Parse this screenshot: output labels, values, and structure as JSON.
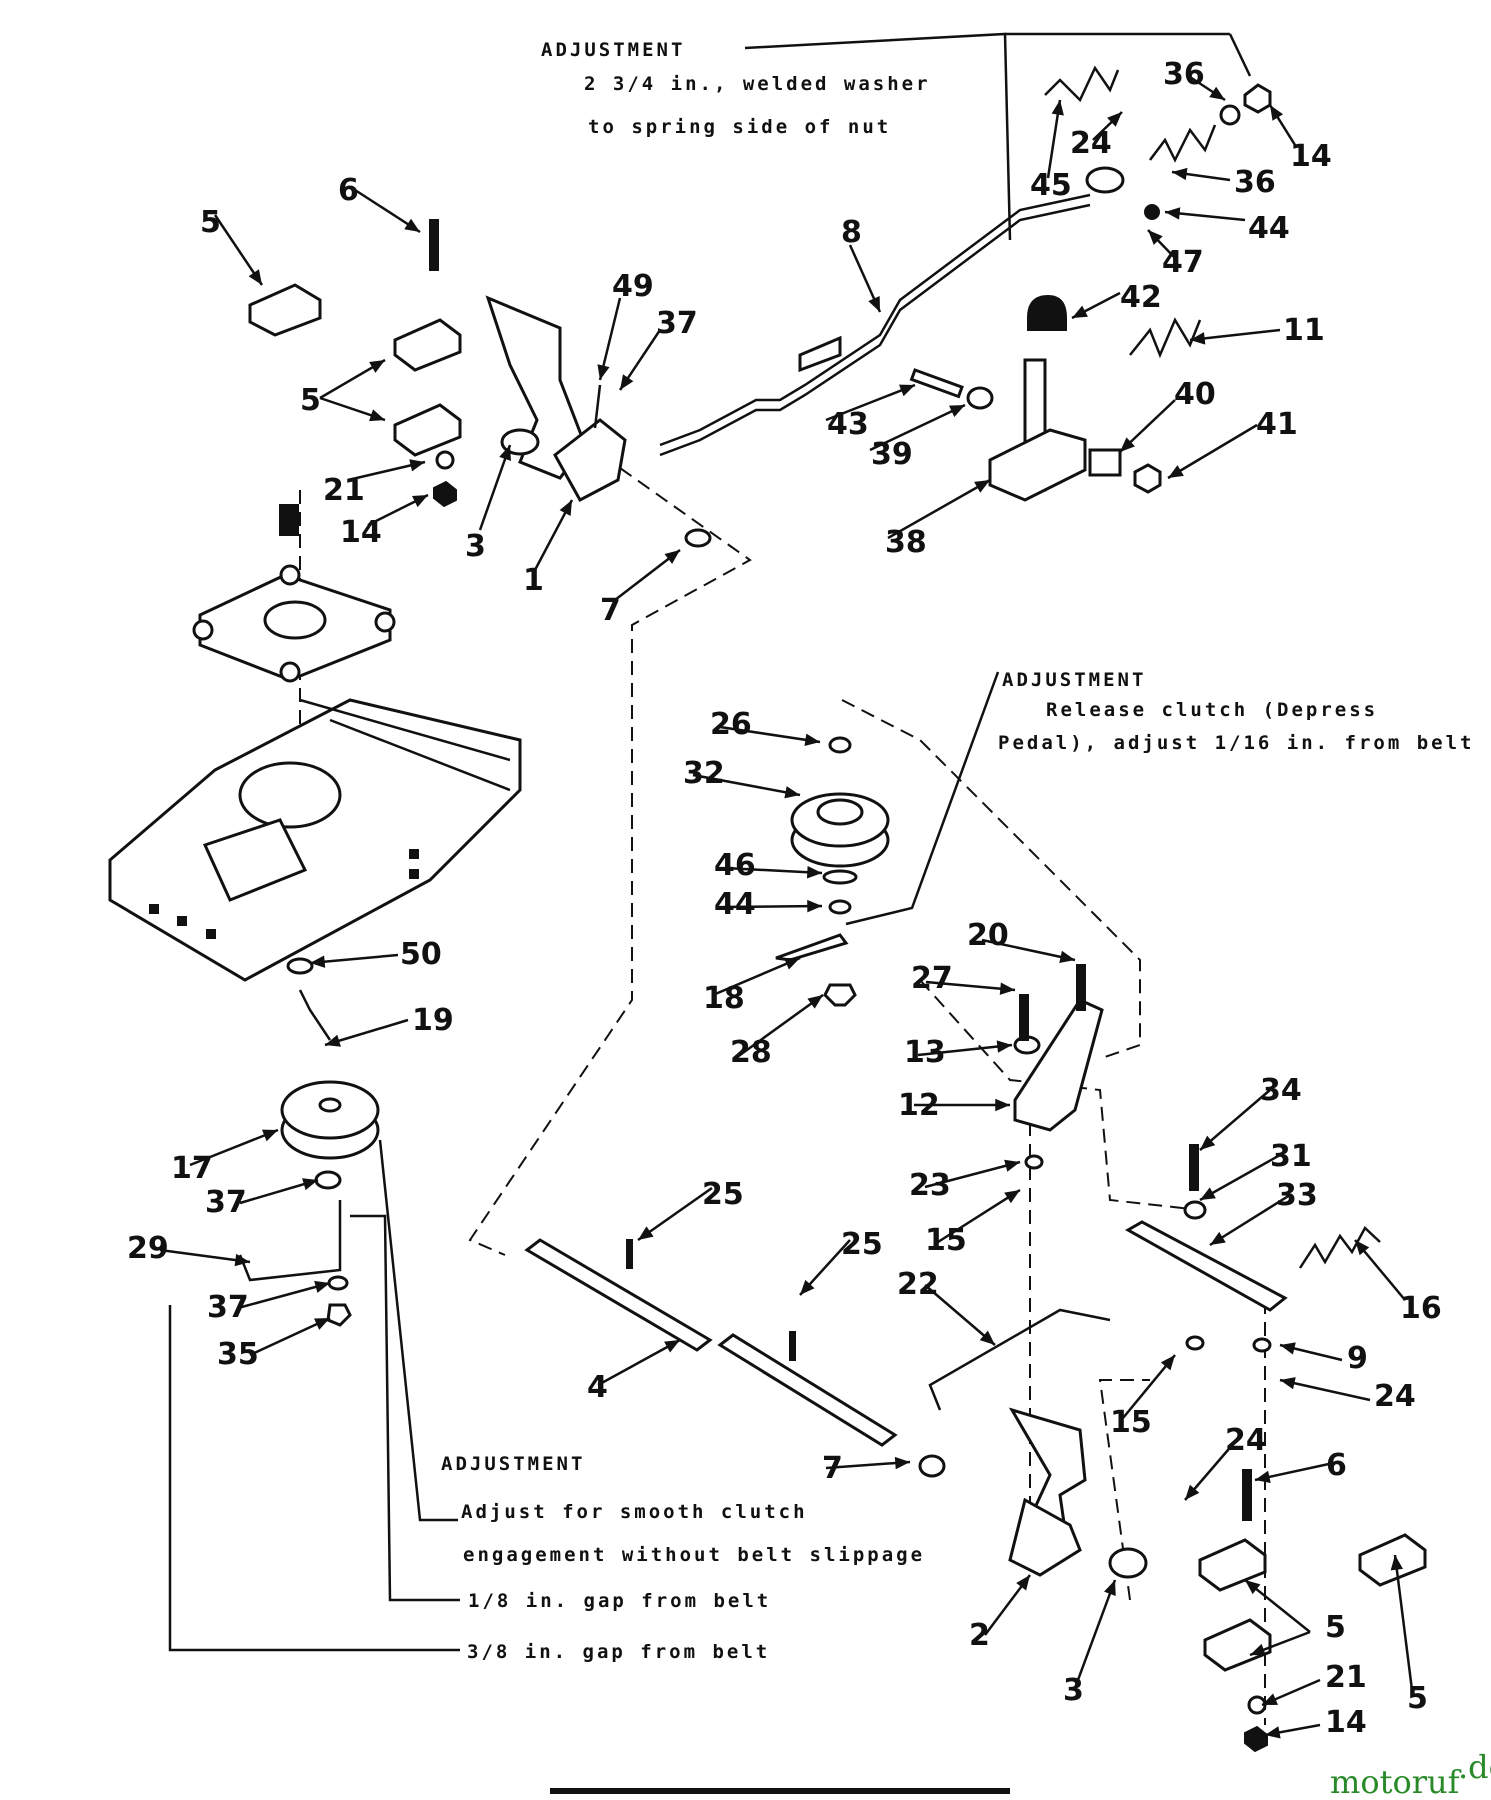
{
  "notes": {
    "top_right_title": "ADJUSTMENT",
    "top_right_line1": "2 3/4 in., welded washer",
    "top_right_line2": "to spring side of nut",
    "mid_right_title": "ADJUSTMENT",
    "mid_right_line1": "Release clutch (Depress",
    "mid_right_line2": "Pedal), adjust 1/16 in. from belt",
    "bottom_title": "ADJUSTMENT",
    "bottom_line1": "Adjust for smooth clutch",
    "bottom_line2": "engagement without belt slippage",
    "bottom_line3": "1/8 in. gap from belt",
    "bottom_line4": "3/8 in. gap from belt"
  },
  "labels": [
    {
      "id": "l5a",
      "text": "5"
    },
    {
      "id": "l6a",
      "text": "6"
    },
    {
      "id": "l5b",
      "text": "5"
    },
    {
      "id": "l21a",
      "text": "21"
    },
    {
      "id": "l14a",
      "text": "14"
    },
    {
      "id": "l3a",
      "text": "3"
    },
    {
      "id": "l1",
      "text": "1"
    },
    {
      "id": "l7a",
      "text": "7"
    },
    {
      "id": "l49",
      "text": "49"
    },
    {
      "id": "l37a",
      "text": "37"
    },
    {
      "id": "l8",
      "text": "8"
    },
    {
      "id": "l45",
      "text": "45"
    },
    {
      "id": "l24a",
      "text": "24"
    },
    {
      "id": "l36a",
      "text": "36"
    },
    {
      "id": "l14b",
      "text": "14"
    },
    {
      "id": "l36b",
      "text": "36"
    },
    {
      "id": "l44a",
      "text": "44"
    },
    {
      "id": "l47",
      "text": "47"
    },
    {
      "id": "l42",
      "text": "42"
    },
    {
      "id": "l11",
      "text": "11"
    },
    {
      "id": "l43",
      "text": "43"
    },
    {
      "id": "l40",
      "text": "40"
    },
    {
      "id": "l41",
      "text": "41"
    },
    {
      "id": "l39",
      "text": "39"
    },
    {
      "id": "l38",
      "text": "38"
    },
    {
      "id": "l26",
      "text": "26"
    },
    {
      "id": "l32",
      "text": "32"
    },
    {
      "id": "l46",
      "text": "46"
    },
    {
      "id": "l44b",
      "text": "44"
    },
    {
      "id": "l18",
      "text": "18"
    },
    {
      "id": "l28",
      "text": "28"
    },
    {
      "id": "l50",
      "text": "50"
    },
    {
      "id": "l19",
      "text": "19"
    },
    {
      "id": "l20",
      "text": "20"
    },
    {
      "id": "l27",
      "text": "27"
    },
    {
      "id": "l13",
      "text": "13"
    },
    {
      "id": "l12",
      "text": "12"
    },
    {
      "id": "l23",
      "text": "23"
    },
    {
      "id": "l15a",
      "text": "15"
    },
    {
      "id": "l34",
      "text": "34"
    },
    {
      "id": "l31",
      "text": "31"
    },
    {
      "id": "l33",
      "text": "33"
    },
    {
      "id": "l16",
      "text": "16"
    },
    {
      "id": "l17",
      "text": "17"
    },
    {
      "id": "l37b",
      "text": "37"
    },
    {
      "id": "l29",
      "text": "29"
    },
    {
      "id": "l37c",
      "text": "37"
    },
    {
      "id": "l35",
      "text": "35"
    },
    {
      "id": "l25a",
      "text": "25"
    },
    {
      "id": "l25b",
      "text": "25"
    },
    {
      "id": "l22",
      "text": "22"
    },
    {
      "id": "l9",
      "text": "9"
    },
    {
      "id": "l24b",
      "text": "24"
    },
    {
      "id": "l15b",
      "text": "15"
    },
    {
      "id": "l4",
      "text": "4"
    },
    {
      "id": "l7b",
      "text": "7"
    },
    {
      "id": "l24c",
      "text": "24"
    },
    {
      "id": "l6b",
      "text": "6"
    },
    {
      "id": "l5c",
      "text": "5"
    },
    {
      "id": "l5d",
      "text": "5"
    },
    {
      "id": "l21b",
      "text": "21"
    },
    {
      "id": "l14c",
      "text": "14"
    },
    {
      "id": "l2",
      "text": "2"
    },
    {
      "id": "l3b",
      "text": "3"
    }
  ],
  "watermark": {
    "main": "motoruf",
    "suffix": ".de"
  }
}
